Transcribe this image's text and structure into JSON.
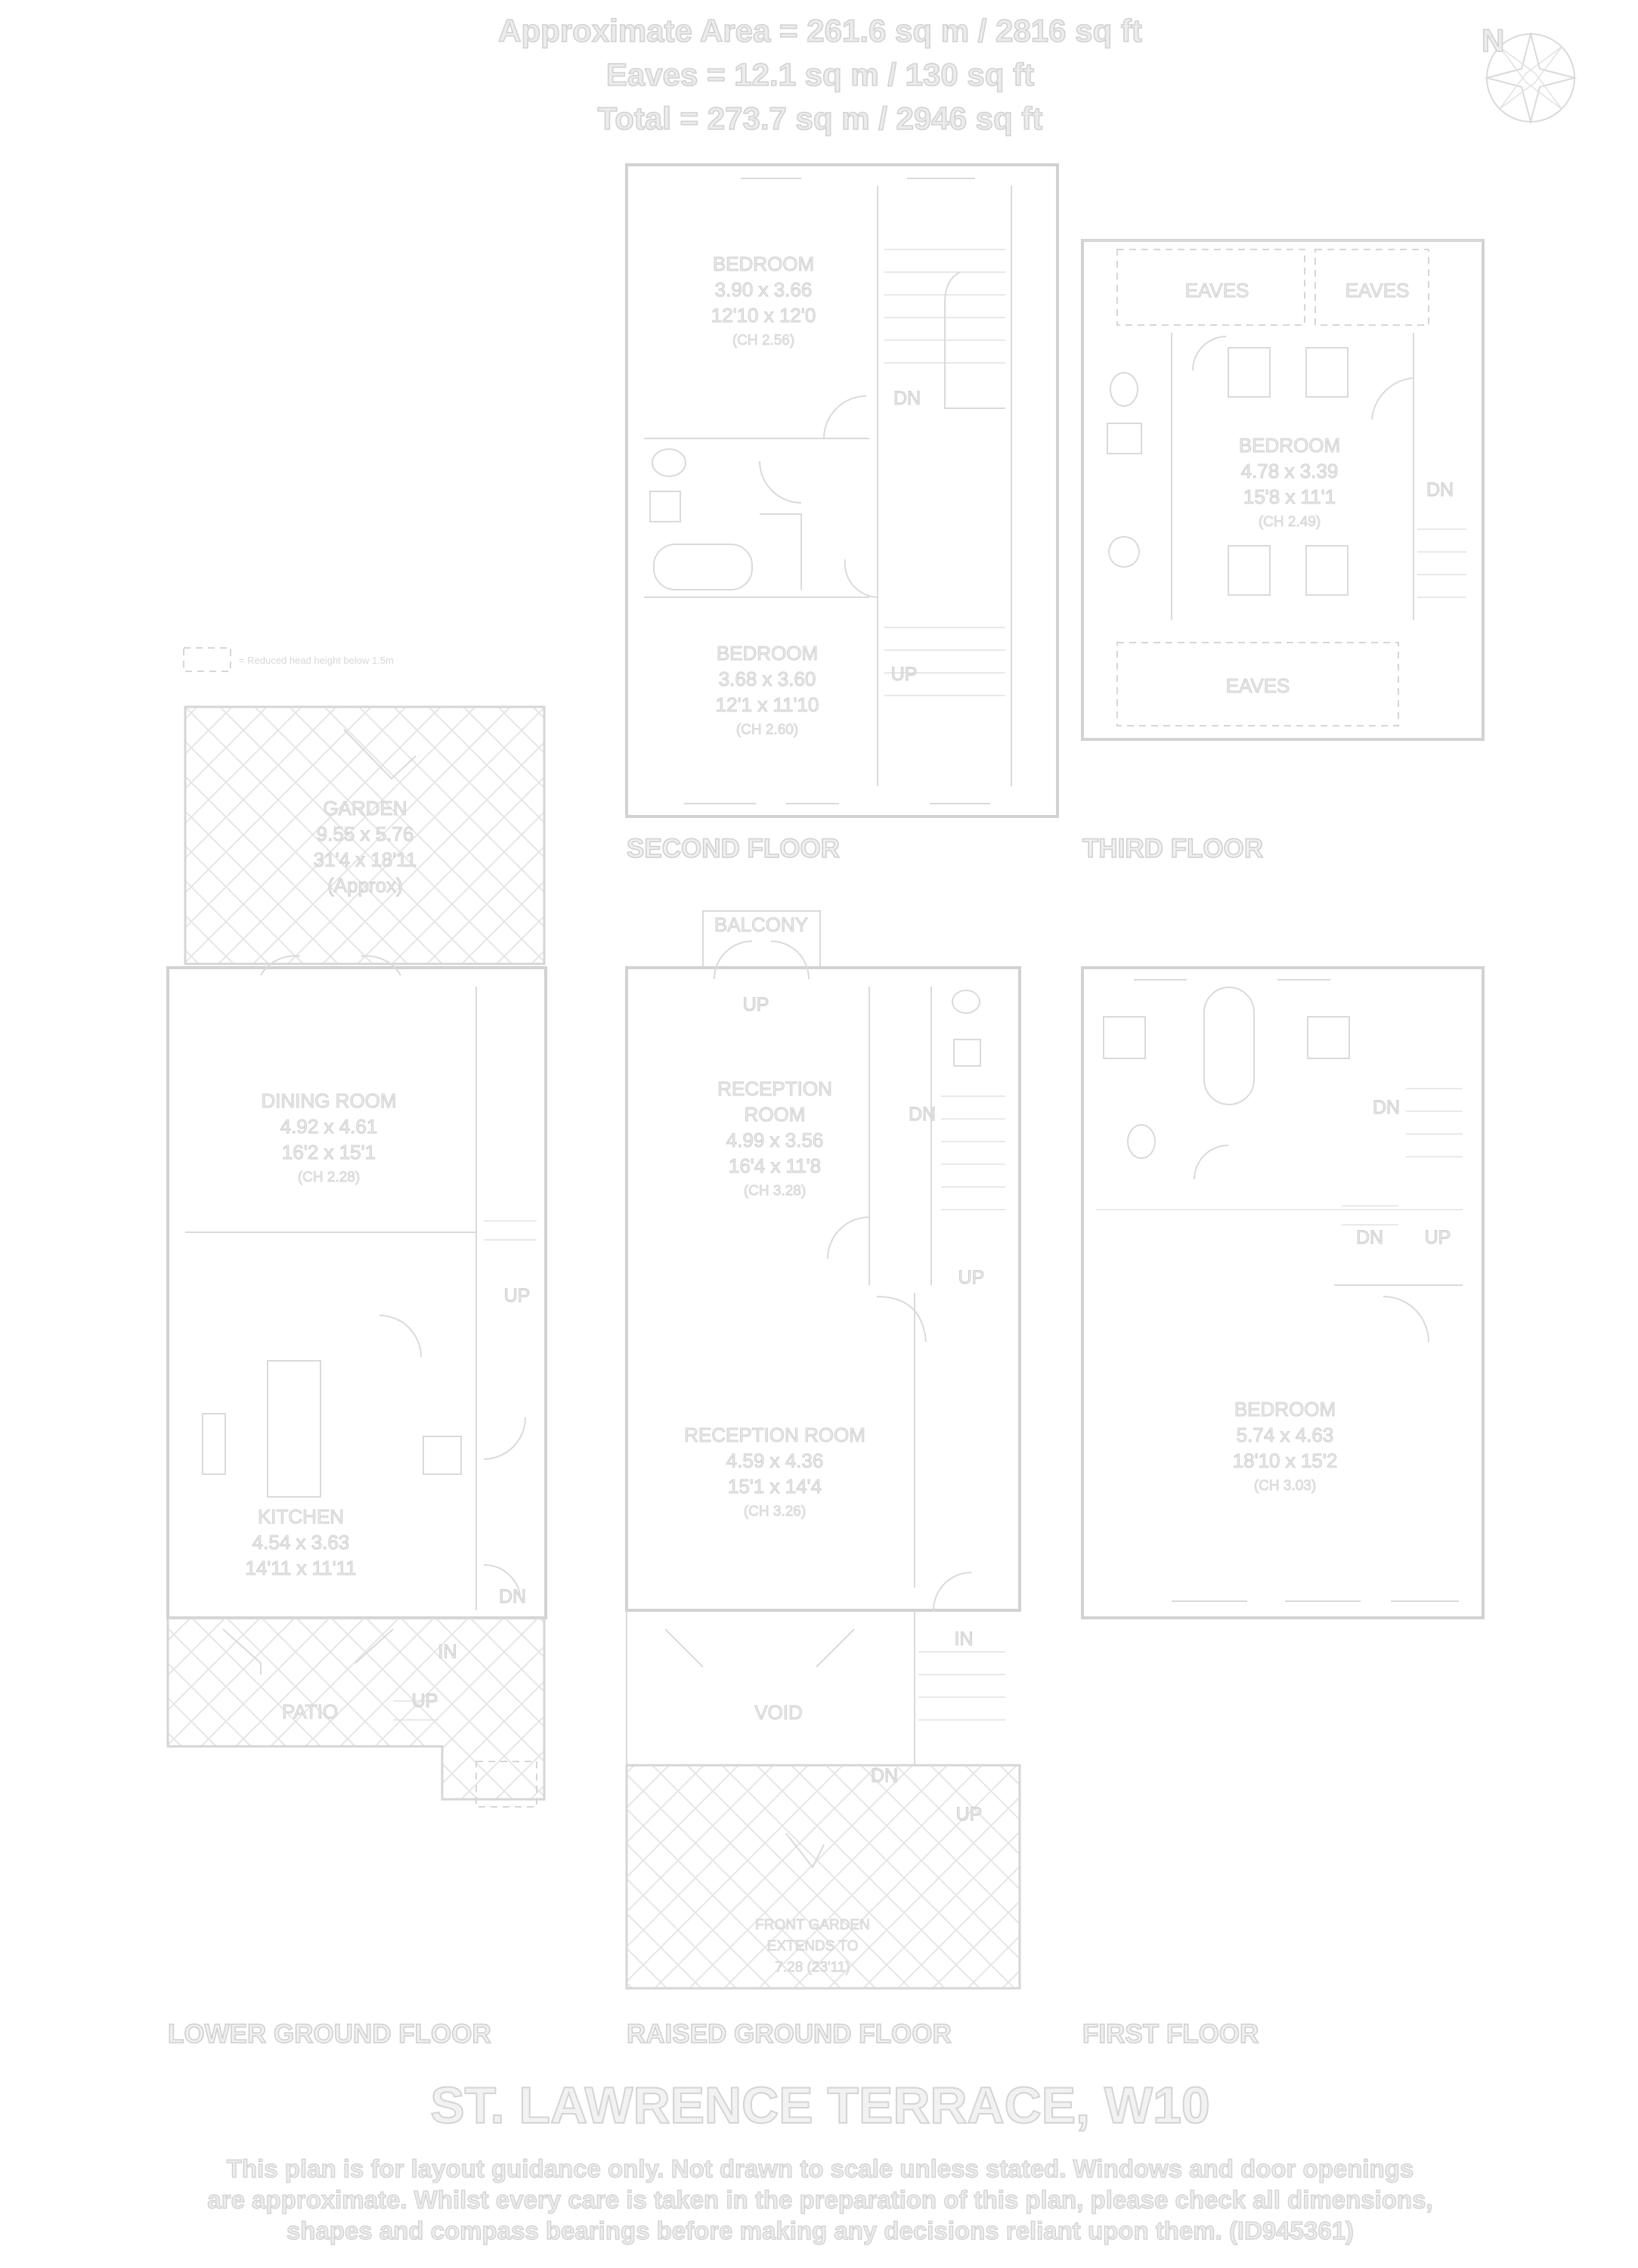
{
  "header": {
    "area": "Approximate Area = 261.6 sq m / 2816 sq ft",
    "eaves": "Eaves = 12.1 sq m / 130 sq ft",
    "total": "Total = 273.7 sq m / 2946 sq ft"
  },
  "compass": {
    "north_label": "N"
  },
  "key": {
    "text": "= Reduced head height below 1.5m"
  },
  "floors": {
    "lower_ground": "LOWER GROUND FLOOR",
    "raised_ground": "RAISED GROUND FLOOR",
    "first": "FIRST FLOOR",
    "second": "SECOND FLOOR",
    "third": "THIRD FLOOR"
  },
  "rooms": {
    "garden": {
      "name": "GARDEN",
      "metric": "9.55 x 5.76",
      "imperial": "31'4 x 18'11",
      "note": "(Approx)"
    },
    "dining": {
      "name": "DINING ROOM",
      "metric": "4.92 x 4.61",
      "imperial": "16'2 x 15'1",
      "ceiling": "(CH 2.28)"
    },
    "kitchen": {
      "name": "KITCHEN",
      "metric": "4.54 x 3.63",
      "imperial": "14'11 x 11'11"
    },
    "patio": {
      "name": "PATIO"
    },
    "balcony": {
      "name": "BALCONY"
    },
    "reception1": {
      "name1": "RECEPTION",
      "name2": "ROOM",
      "metric": "4.99 x 3.56",
      "imperial": "16'4 x 11'8",
      "ceiling": "(CH 3.28)"
    },
    "reception2": {
      "name": "RECEPTION ROOM",
      "metric": "4.59 x 4.36",
      "imperial": "15'1 x 14'4",
      "ceiling": "(CH 3.26)"
    },
    "void": {
      "name": "VOID"
    },
    "front_garden": {
      "line1": "FRONT GARDEN",
      "line2": "EXTENDS TO",
      "line3": "7.28 (23'11)"
    },
    "first_bedroom": {
      "name": "BEDROOM",
      "metric": "5.74 x 4.63",
      "imperial": "18'10 x 15'2",
      "ceiling": "(CH 3.03)"
    },
    "second_bedroom_a": {
      "name": "BEDROOM",
      "metric": "3.90 x 3.66",
      "imperial": "12'10 x 12'0",
      "ceiling": "(CH 2.56)"
    },
    "second_bedroom_b": {
      "name": "BEDROOM",
      "metric": "3.68 x 3.60",
      "imperial": "12'1 x 11'10",
      "ceiling": "(CH 2.60)"
    },
    "third_bedroom": {
      "name": "BEDROOM",
      "metric": "4.78 x 3.39",
      "imperial": "15'8 x 11'1",
      "ceiling": "(CH 2.49)"
    },
    "eaves_label": "EAVES"
  },
  "stairs": {
    "up": "UP",
    "down": "DN",
    "in": "IN"
  },
  "title": "ST. LAWRENCE TERRACE, W10",
  "disclaimer": {
    "line1": "This plan is for layout guidance only. Not drawn to scale unless stated. Windows and door openings",
    "line2": "are approximate. Whilst every care is taken in the preparation of this plan, please check all dimensions,",
    "line3": "shapes and compass bearings before making any decisions reliant upon them. (ID945361)"
  }
}
